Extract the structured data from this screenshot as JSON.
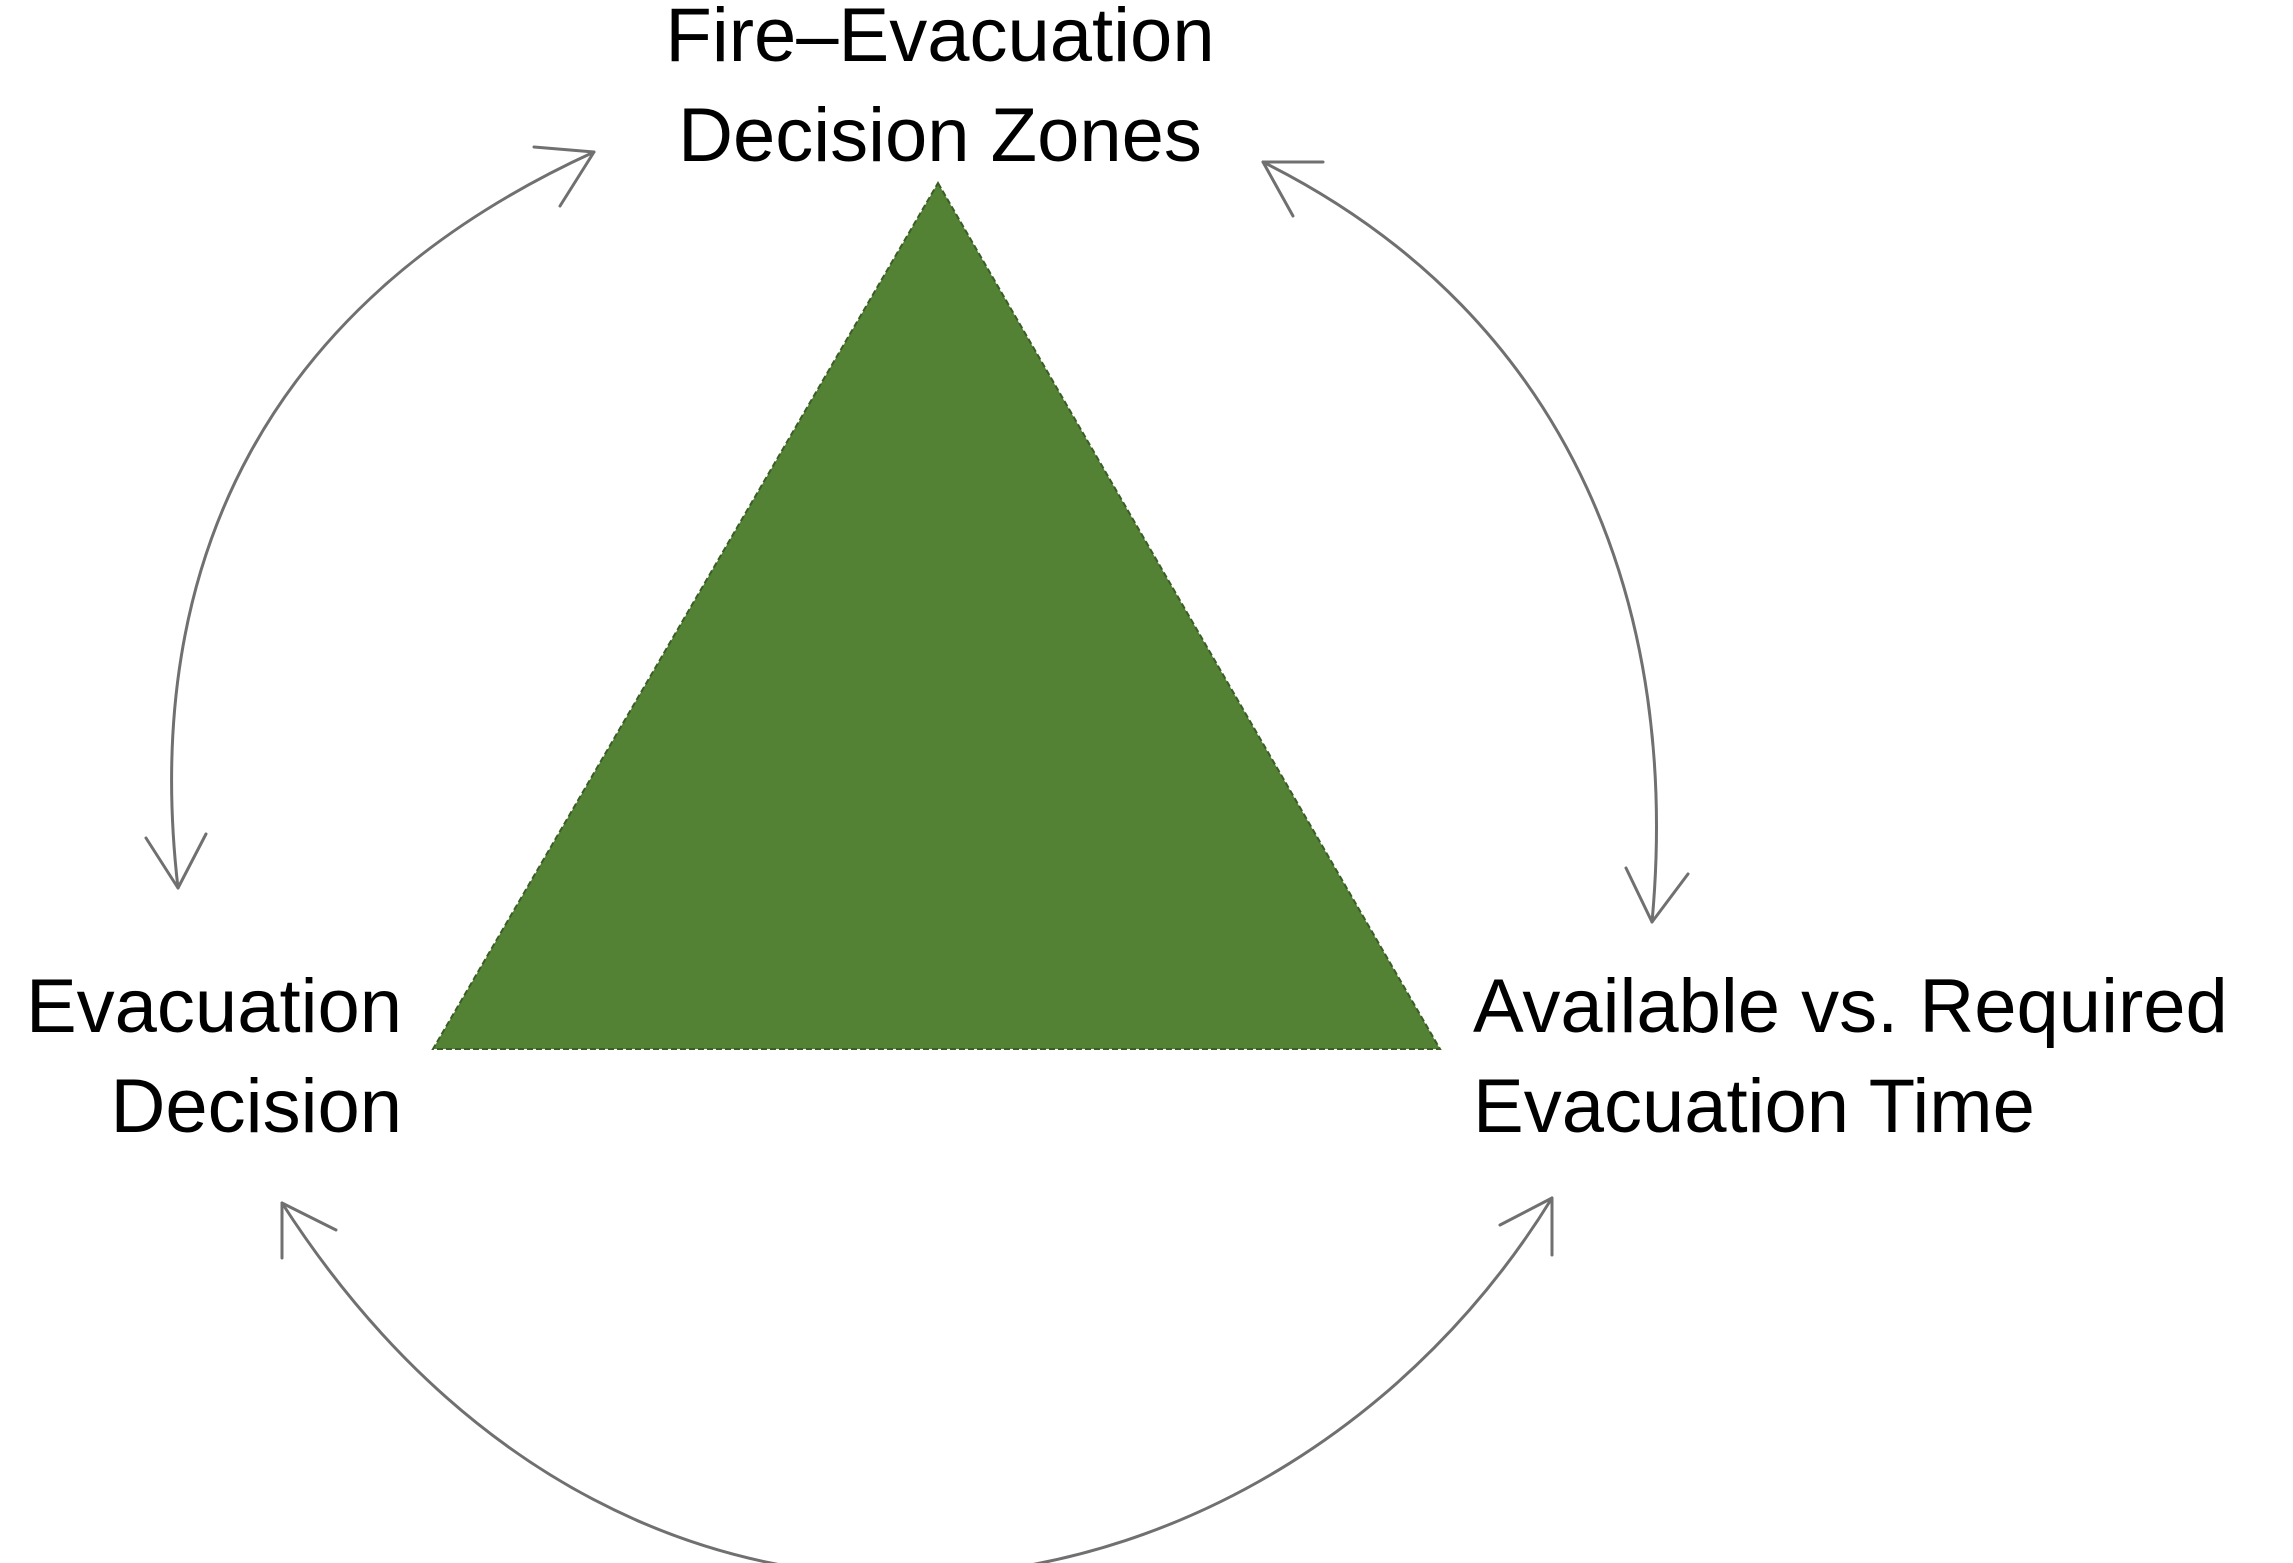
{
  "colors": {
    "triangle_fill": "#548235",
    "triangle_edge": "#3a5e26",
    "arrow_stroke": "#707070",
    "text": "#000000"
  },
  "nodes": {
    "top": {
      "line1": "Fire–Evacuation",
      "line2": "Decision Zones"
    },
    "left": {
      "line1": "Evacuation",
      "line2": "Decision"
    },
    "right": {
      "line1": "Available vs. Required",
      "line2": "Evacuation Time"
    }
  },
  "connections": [
    {
      "from": "left",
      "to": "top",
      "type": "bidirectional"
    },
    {
      "from": "top",
      "to": "right",
      "type": "bidirectional"
    },
    {
      "from": "left",
      "to": "right",
      "type": "bidirectional"
    }
  ]
}
